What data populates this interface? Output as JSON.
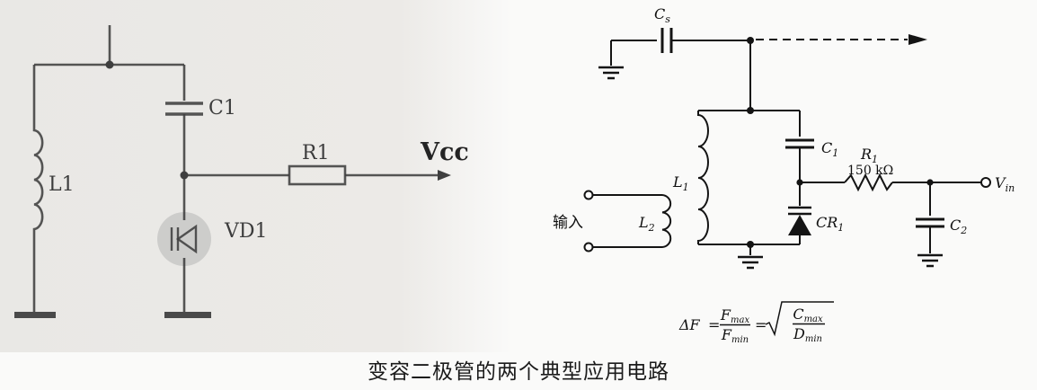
{
  "caption": "变容二极管的两个典型应用电路",
  "left_circuit": {
    "labels": {
      "inductor": "L1",
      "capacitor": "C1",
      "resistor": "R1",
      "supply": "Vcc",
      "varactor": "VD1"
    }
  },
  "right_circuit": {
    "labels": {
      "cs": {
        "main": "C",
        "sub": "s"
      },
      "l1": {
        "main": "L",
        "sub": "1"
      },
      "l2": {
        "main": "L",
        "sub": "2"
      },
      "c1": {
        "main": "C",
        "sub": "1"
      },
      "c2": {
        "main": "C",
        "sub": "2"
      },
      "cr1": {
        "main": "CR",
        "sub": "1"
      },
      "r1": {
        "main": "R",
        "sub": "1"
      },
      "r1_value": "150 kΩ",
      "vin": {
        "main": "V",
        "sub": "in"
      },
      "input": "输入"
    },
    "formula": {
      "lhs": "ΔF",
      "eq1": "=",
      "num1": {
        "main": "F",
        "sub": "max"
      },
      "den1": {
        "main": "F",
        "sub": "min"
      },
      "eq2": "=",
      "num2": {
        "main": "C",
        "sub": "max"
      },
      "den2": {
        "main": "D",
        "sub": "min"
      }
    }
  }
}
